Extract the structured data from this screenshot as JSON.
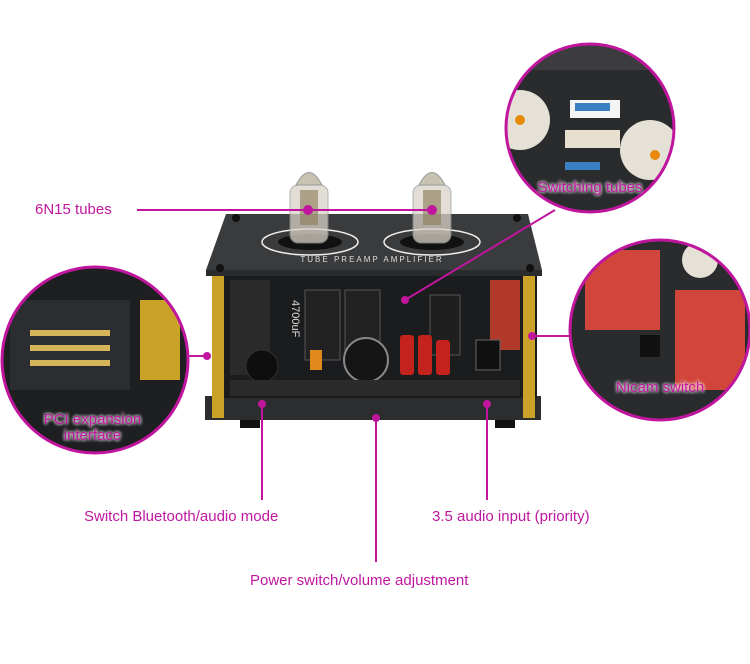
{
  "callouts": {
    "tubes": "6N15 tubes",
    "switching_tubes": "Switching tubes",
    "pci": "PCI expansion interface",
    "nicam": "Nicam switch",
    "bt_mode": "Switch Bluetooth/audio mode",
    "audio_input": "3.5 audio input (priority)",
    "power_volume": "Power switch/volume adjustment"
  },
  "device": {
    "panel_text": "TUBE PREAMP AMPLIFIER",
    "capacitor_text": "4700uF"
  },
  "colors": {
    "accent": "#c0169e",
    "panel": "#3a3b3d",
    "gold": "#c9a227"
  }
}
